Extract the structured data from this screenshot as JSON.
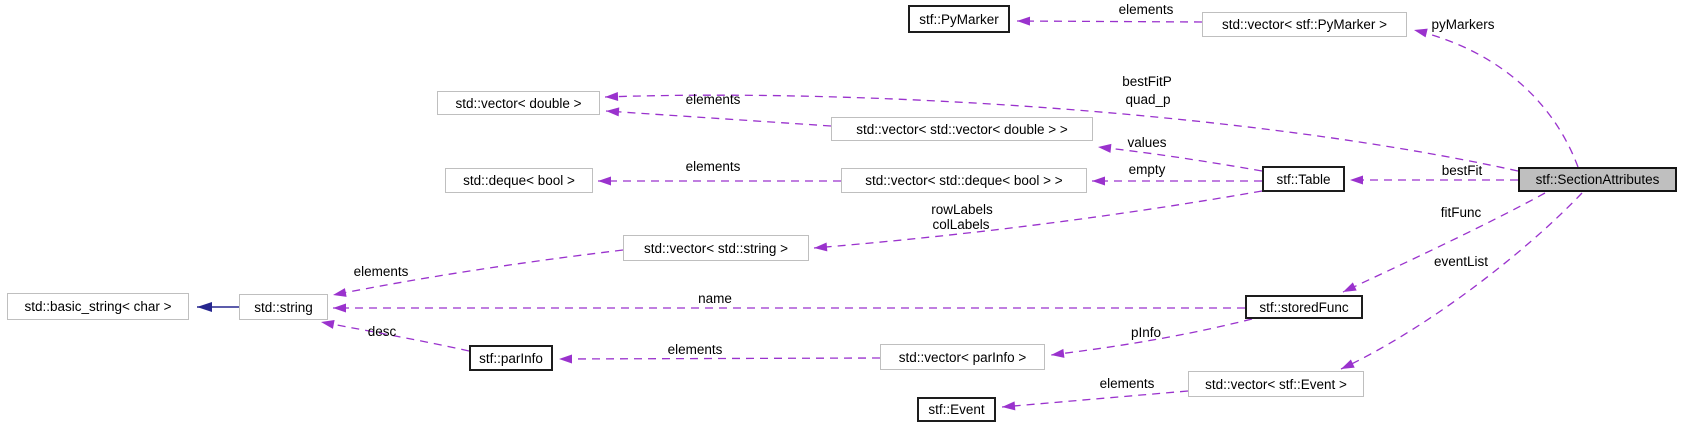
{
  "diagram": {
    "type": "collaboration-graph",
    "main_class": "stf::SectionAttributes",
    "colors": {
      "usage_edge": "#9a32cd",
      "inheritance_edge": "#26268f",
      "node_fill": "#ffffff",
      "node_border": "#bfbfbf",
      "emphasis_border": "#1d1d1d",
      "main_node_fill": "#bfbfbf",
      "text": "#000000"
    },
    "nodes": [
      {
        "id": "stf-pymarker",
        "label": "stf::PyMarker",
        "style": "bold"
      },
      {
        "id": "vector-stf-pymarker",
        "label": "std::vector< stf::PyMarker >",
        "style": "normal"
      },
      {
        "id": "vector-double",
        "label": "std::vector< double >",
        "style": "normal"
      },
      {
        "id": "vector-vector-double",
        "label": "std::vector< std::vector< double > >",
        "style": "normal"
      },
      {
        "id": "deque-bool",
        "label": "std::deque< bool >",
        "style": "normal"
      },
      {
        "id": "vector-deque-bool",
        "label": "std::vector< std::deque< bool > >",
        "style": "normal"
      },
      {
        "id": "stf-table",
        "label": "stf::Table",
        "style": "bold"
      },
      {
        "id": "stf-section-attributes",
        "label": "stf::SectionAttributes",
        "style": "main"
      },
      {
        "id": "vector-string",
        "label": "std::vector< std::string >",
        "style": "normal"
      },
      {
        "id": "basic-string-char",
        "label": "std::basic_string< char >",
        "style": "normal"
      },
      {
        "id": "std-string",
        "label": "std::string",
        "style": "normal"
      },
      {
        "id": "stf-parinfo",
        "label": "stf::parInfo",
        "style": "bold"
      },
      {
        "id": "vector-parinfo",
        "label": "std::vector< parInfo >",
        "style": "normal"
      },
      {
        "id": "stf-storedfunc",
        "label": "stf::storedFunc",
        "style": "bold"
      },
      {
        "id": "vector-stf-event",
        "label": "std::vector< stf::Event >",
        "style": "normal"
      },
      {
        "id": "stf-event",
        "label": "stf::Event",
        "style": "bold"
      }
    ],
    "edges": [
      {
        "from": "std::vector< stf::PyMarker >",
        "to": "stf::PyMarker",
        "labels": [
          "elements"
        ]
      },
      {
        "from": "stf::SectionAttributes",
        "to": "std::vector< stf::PyMarker >",
        "labels": [
          "pyMarkers"
        ]
      },
      {
        "from": "stf::SectionAttributes",
        "to": "std::vector< double >",
        "labels": [
          "bestFitP",
          "quad_p"
        ]
      },
      {
        "from": "std::vector< std::vector< double > >",
        "to": "std::vector< double >",
        "labels": [
          "elements"
        ]
      },
      {
        "from": "stf::Table",
        "to": "std::vector< std::vector< double > >",
        "labels": [
          "values"
        ]
      },
      {
        "from": "stf::Table",
        "to": "std::vector< std::deque< bool > >",
        "labels": [
          "empty"
        ]
      },
      {
        "from": "std::vector< std::deque< bool > >",
        "to": "std::deque< bool >",
        "labels": [
          "elements"
        ]
      },
      {
        "from": "stf::SectionAttributes",
        "to": "stf::Table",
        "labels": [
          "bestFit"
        ]
      },
      {
        "from": "stf::Table",
        "to": "std::vector< std::string >",
        "labels": [
          "rowLabels",
          "colLabels"
        ]
      },
      {
        "from": "std::vector< std::string >",
        "to": "std::string",
        "labels": [
          "elements"
        ]
      },
      {
        "from": "stf::storedFunc",
        "to": "std::string",
        "labels": [
          "name"
        ]
      },
      {
        "from": "stf::parInfo",
        "to": "std::string",
        "labels": [
          "desc"
        ]
      },
      {
        "from": "std::vector< parInfo >",
        "to": "stf::parInfo",
        "labels": [
          "elements"
        ]
      },
      {
        "from": "stf::storedFunc",
        "to": "std::vector< parInfo >",
        "labels": [
          "pInfo"
        ]
      },
      {
        "from": "stf::SectionAttributes",
        "to": "stf::storedFunc",
        "labels": [
          "fitFunc"
        ]
      },
      {
        "from": "stf::SectionAttributes",
        "to": "std::vector< stf::Event >",
        "labels": [
          "eventList"
        ]
      },
      {
        "from": "std::vector< stf::Event >",
        "to": "stf::Event",
        "labels": [
          "elements"
        ]
      },
      {
        "from": "std::string",
        "to": "std::basic_string< char >",
        "labels": [],
        "kind": "inheritance"
      }
    ]
  }
}
